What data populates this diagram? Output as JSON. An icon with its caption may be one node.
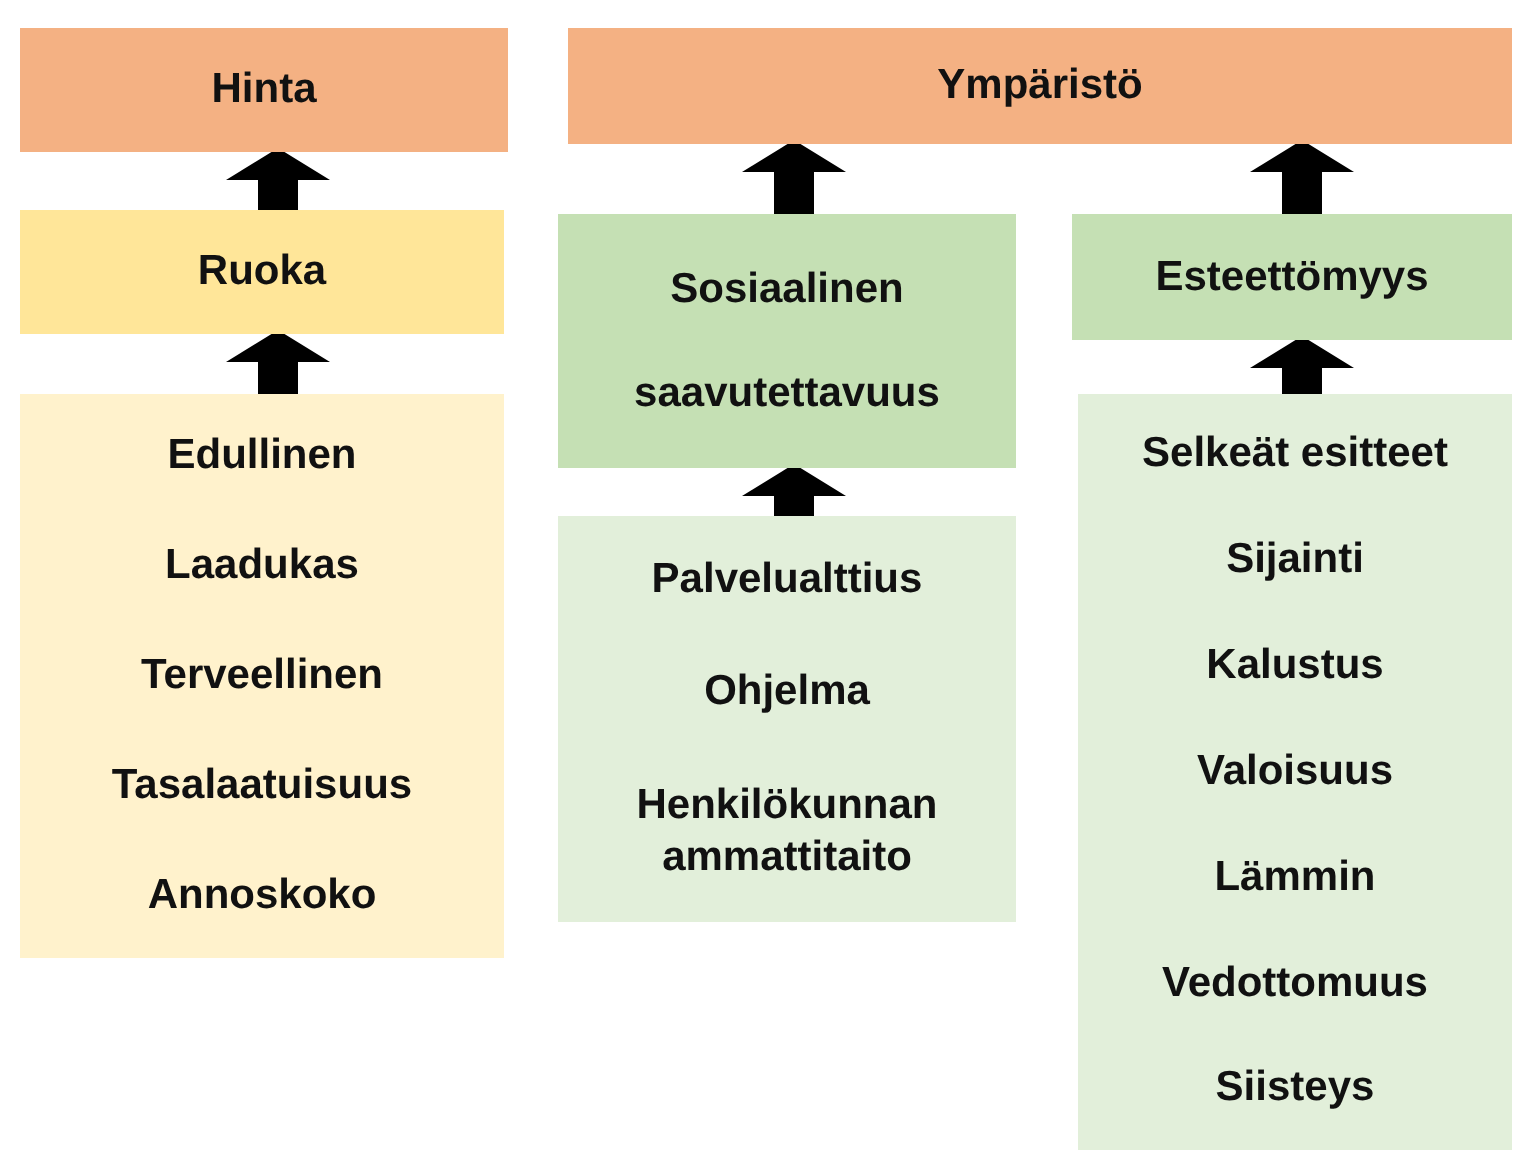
{
  "diagram": {
    "nodes": [
      {
        "text": [
          "Hinta"
        ]
      },
      {
        "text": [
          "Ympäristö"
        ]
      },
      {
        "text": [
          "Ruoka"
        ]
      },
      {
        "text": [
          "Edullinen",
          "Laadukas",
          "Terveellinen",
          "Tasalaatuisuus",
          "Annoskoko"
        ]
      },
      {
        "text": [
          "Sosiaalinen saavutettavuus"
        ]
      },
      {
        "text": [
          "Palvelualttius",
          "Ohjelma",
          "Henkilökunnan ammattitaito"
        ]
      },
      {
        "text": [
          "Esteettömyys"
        ]
      },
      {
        "text": [
          "Selkeät esitteet",
          "Sijainti",
          "Kalustus",
          "Valoisuus",
          "Lämmin",
          "Vedottomuus",
          "Siisteys"
        ]
      }
    ],
    "edges": [
      {
        "from": 2,
        "to": 0,
        "arrow": "to"
      },
      {
        "from": 3,
        "to": 2,
        "arrow": "to"
      },
      {
        "from": 4,
        "to": 1,
        "arrow": "to"
      },
      {
        "from": 5,
        "to": 4,
        "arrow": "to"
      },
      {
        "from": 6,
        "to": 1,
        "arrow": "to"
      },
      {
        "from": 7,
        "to": 6,
        "arrow": "to"
      }
    ]
  }
}
